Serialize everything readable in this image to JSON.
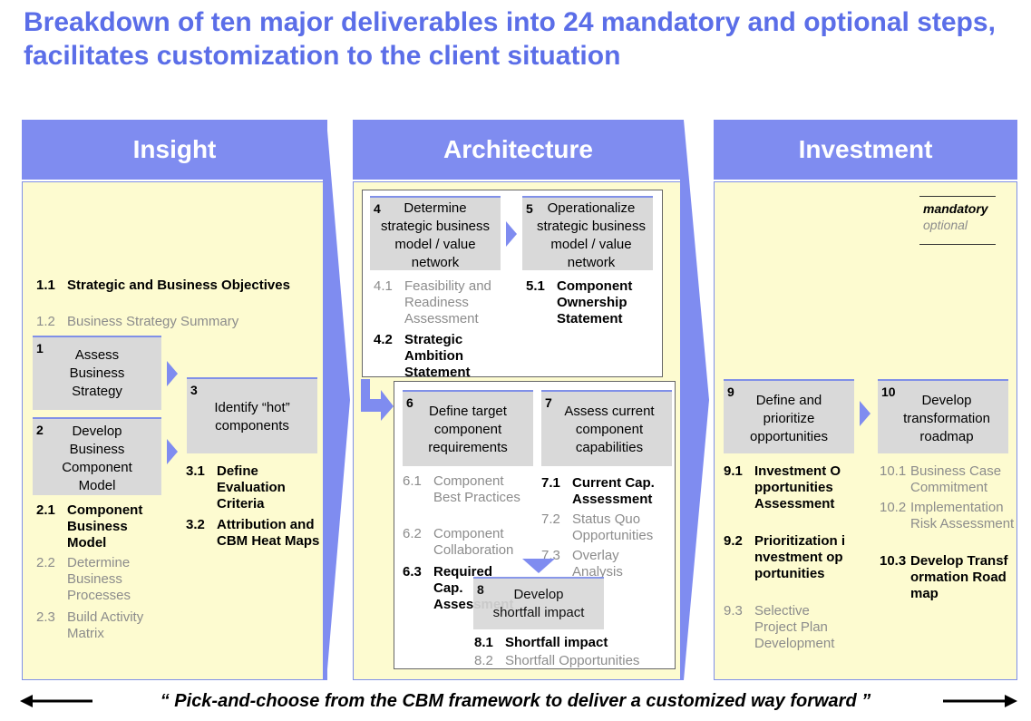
{
  "title": "Breakdown of ten major deliverables into 24 mandatory and optional steps, facilitates customization to the client situation",
  "legend": {
    "mandatory": "mandatory",
    "optional": "optional"
  },
  "columns": {
    "insight": "Insight",
    "architecture": "Architecture",
    "investment": "Investment"
  },
  "steps": {
    "s1": {
      "num": "1",
      "label": "Assess Business Strategy"
    },
    "s2": {
      "num": "2",
      "label": "Develop Business Component Model"
    },
    "s3": {
      "num": "3",
      "label": "Identify “hot” components"
    },
    "s4": {
      "num": "4",
      "label": "Determine strategic business model / value network"
    },
    "s5": {
      "num": "5",
      "label": "Operationalize strategic business model / value network"
    },
    "s6": {
      "num": "6",
      "label": "Define target component requirements"
    },
    "s7": {
      "num": "7",
      "label": "Assess current component capabilities"
    },
    "s8": {
      "num": "8",
      "label": "Develop shortfall impact"
    },
    "s9": {
      "num": "9",
      "label": "Define and prioritize opportunities"
    },
    "s10": {
      "num": "10",
      "label": "Develop transformation roadmap"
    }
  },
  "items": {
    "i1_1": {
      "num": "1.1",
      "text": "Strategic and Business Objectives"
    },
    "i1_2": {
      "num": "1.2",
      "text": "Business Strategy Summary"
    },
    "i2_1": {
      "num": "2.1",
      "text": "Component Business Model"
    },
    "i2_2": {
      "num": "2.2",
      "text": "Determine Business Processes"
    },
    "i2_3": {
      "num": "2.3",
      "text": "Build Activity Matrix"
    },
    "i3_1": {
      "num": "3.1",
      "text": "Define Evaluation Criteria"
    },
    "i3_2": {
      "num": "3.2",
      "text": "Attribution and CBM Heat Maps"
    },
    "i4_1": {
      "num": "4.1",
      "text": "Feasibility and Readiness Assessment"
    },
    "i4_2": {
      "num": "4.2",
      "text": "Strategic Ambition Statement"
    },
    "i5_1": {
      "num": "5.1",
      "text": "Component Ownership Statement"
    },
    "i6_1": {
      "num": "6.1",
      "text": "Component Best Practices"
    },
    "i6_2": {
      "num": "6.2",
      "text": "Component Collaboration"
    },
    "i6_3": {
      "num": "6.3",
      "text": "Required Cap. Assessment"
    },
    "i7_1": {
      "num": "7.1",
      "text": "Current Cap. Assessment"
    },
    "i7_2": {
      "num": "7.2",
      "text": "Status Quo Opportunities"
    },
    "i7_3": {
      "num": "7.3",
      "text": "Overlay Analysis"
    },
    "i8_1": {
      "num": "8.1",
      "text": "Shortfall impact"
    },
    "i8_2": {
      "num": "8.2",
      "text": "Shortfall Opportunities"
    },
    "i9_1": {
      "num": "9.1",
      "text": "Investment Opportunities Assessment"
    },
    "i9_2": {
      "num": "9.2",
      "text": "Prioritization investment opportunities"
    },
    "i9_3": {
      "num": "9.3",
      "text": "Selective Project Plan Development"
    },
    "i10_1": {
      "num": "10.1",
      "text": "Business Case Commitment"
    },
    "i10_2": {
      "num": "10.2",
      "text": "Implementation Risk Assessment"
    },
    "i10_3": {
      "num": "10.3",
      "text": "Develop Transformation Roadmap"
    }
  },
  "footer": "“ Pick-and-choose from the CBM framework to deliver a customized way forward ”",
  "colors": {
    "title": "#5b6ee8",
    "header": "#7f8cf0",
    "panel": "#fdfbd0",
    "step": "#d9d9d9",
    "optional": "#8c8c8c"
  }
}
